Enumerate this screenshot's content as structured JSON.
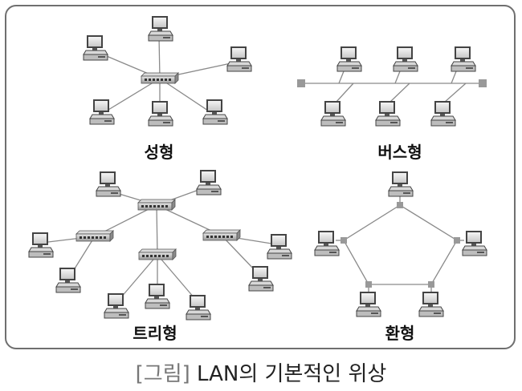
{
  "topologies": {
    "star": {
      "label": "성형"
    },
    "bus": {
      "label": "버스형"
    },
    "tree": {
      "label": "트리형"
    },
    "ring": {
      "label": "환형"
    }
  },
  "caption": {
    "prefix": "[그림]",
    "text": "LAN의 기본적인 위상"
  },
  "colors": {
    "frame": "#6f6f6f",
    "link": "#8a8a8a",
    "connector": "#999999",
    "device": "#bdbdbd"
  },
  "icons": [
    "computer-icon",
    "hub-icon",
    "bus-terminator-icon",
    "ring-node-icon"
  ]
}
